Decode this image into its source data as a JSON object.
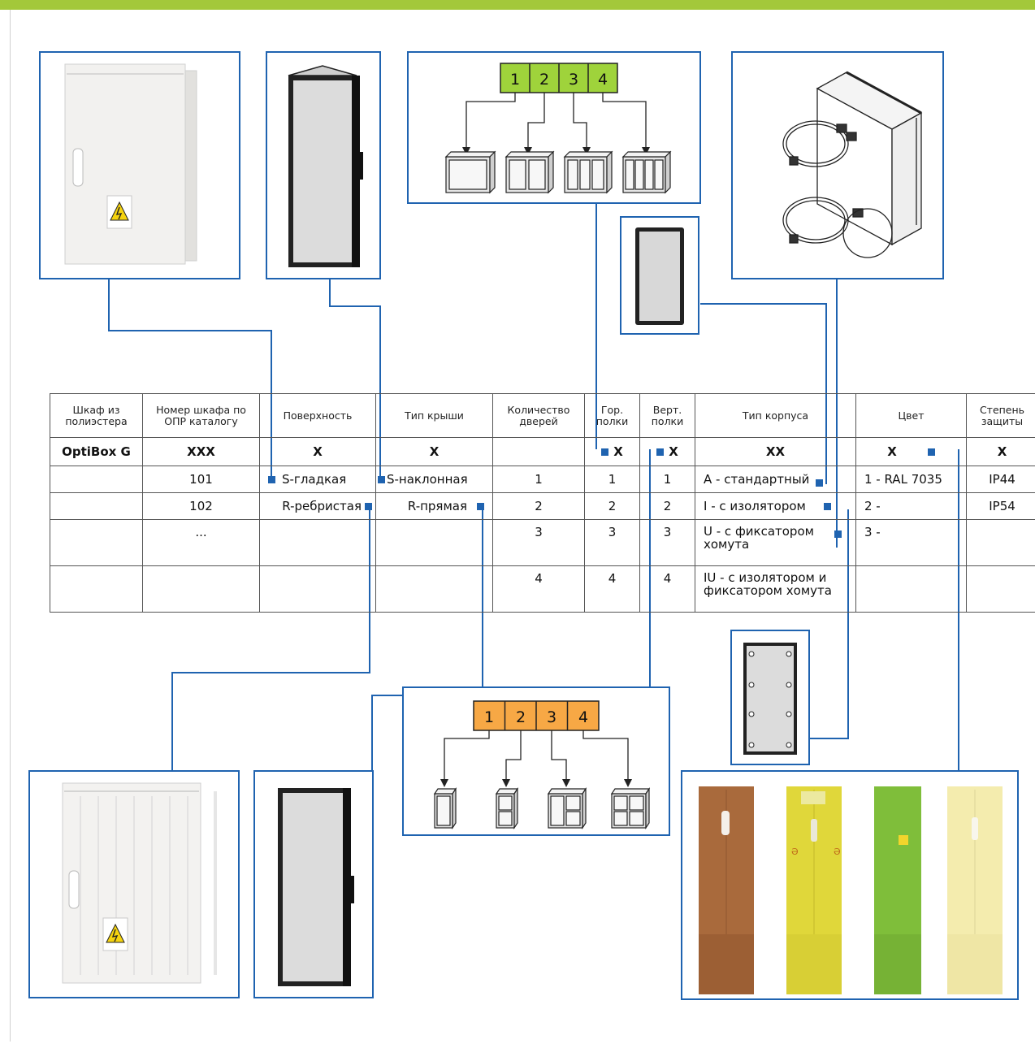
{
  "colors": {
    "accent_blue": "#1f63b0",
    "bar_green": "#a3c83a",
    "shelf_green": "#9fd33b",
    "shelf_orange": "#f7a845"
  },
  "table": {
    "headers": [
      "Шкаф из полиэстера",
      "Номер шкафа по ОПР каталогу",
      "Поверхность",
      "Тип крыши",
      "Количество дверей",
      "Гор. полки",
      "Верт. полки",
      "Тип корпуса",
      "Цвет",
      "Степень защиты"
    ],
    "key_row": [
      "OptiBox G",
      "XXX",
      "X",
      "X",
      "",
      "X",
      "X",
      "XX",
      "X",
      "X"
    ],
    "rows": [
      [
        "",
        "101",
        "S-гладкая",
        "S-наклонная",
        "1",
        "1",
        "1",
        "A - стандартный",
        "1 - RAL 7035",
        "IP44"
      ],
      [
        "",
        "102",
        "R-ребристая",
        "R-прямая",
        "2",
        "2",
        "2",
        "I - с изолятором",
        "2 -",
        "IP54"
      ],
      [
        "",
        "...",
        "",
        "",
        "3",
        "3",
        "3",
        "U - с фиксатором хомута",
        "3 -",
        ""
      ],
      [
        "",
        "",
        "",
        "",
        "4",
        "4",
        "4",
        "IU - с изолятором и фиксатором хомута",
        "",
        ""
      ]
    ]
  },
  "horizontal_shelves": {
    "labels": [
      "1",
      "2",
      "3",
      "4"
    ]
  },
  "vertical_shelves": {
    "labels": [
      "1",
      "2",
      "3",
      "4"
    ]
  }
}
